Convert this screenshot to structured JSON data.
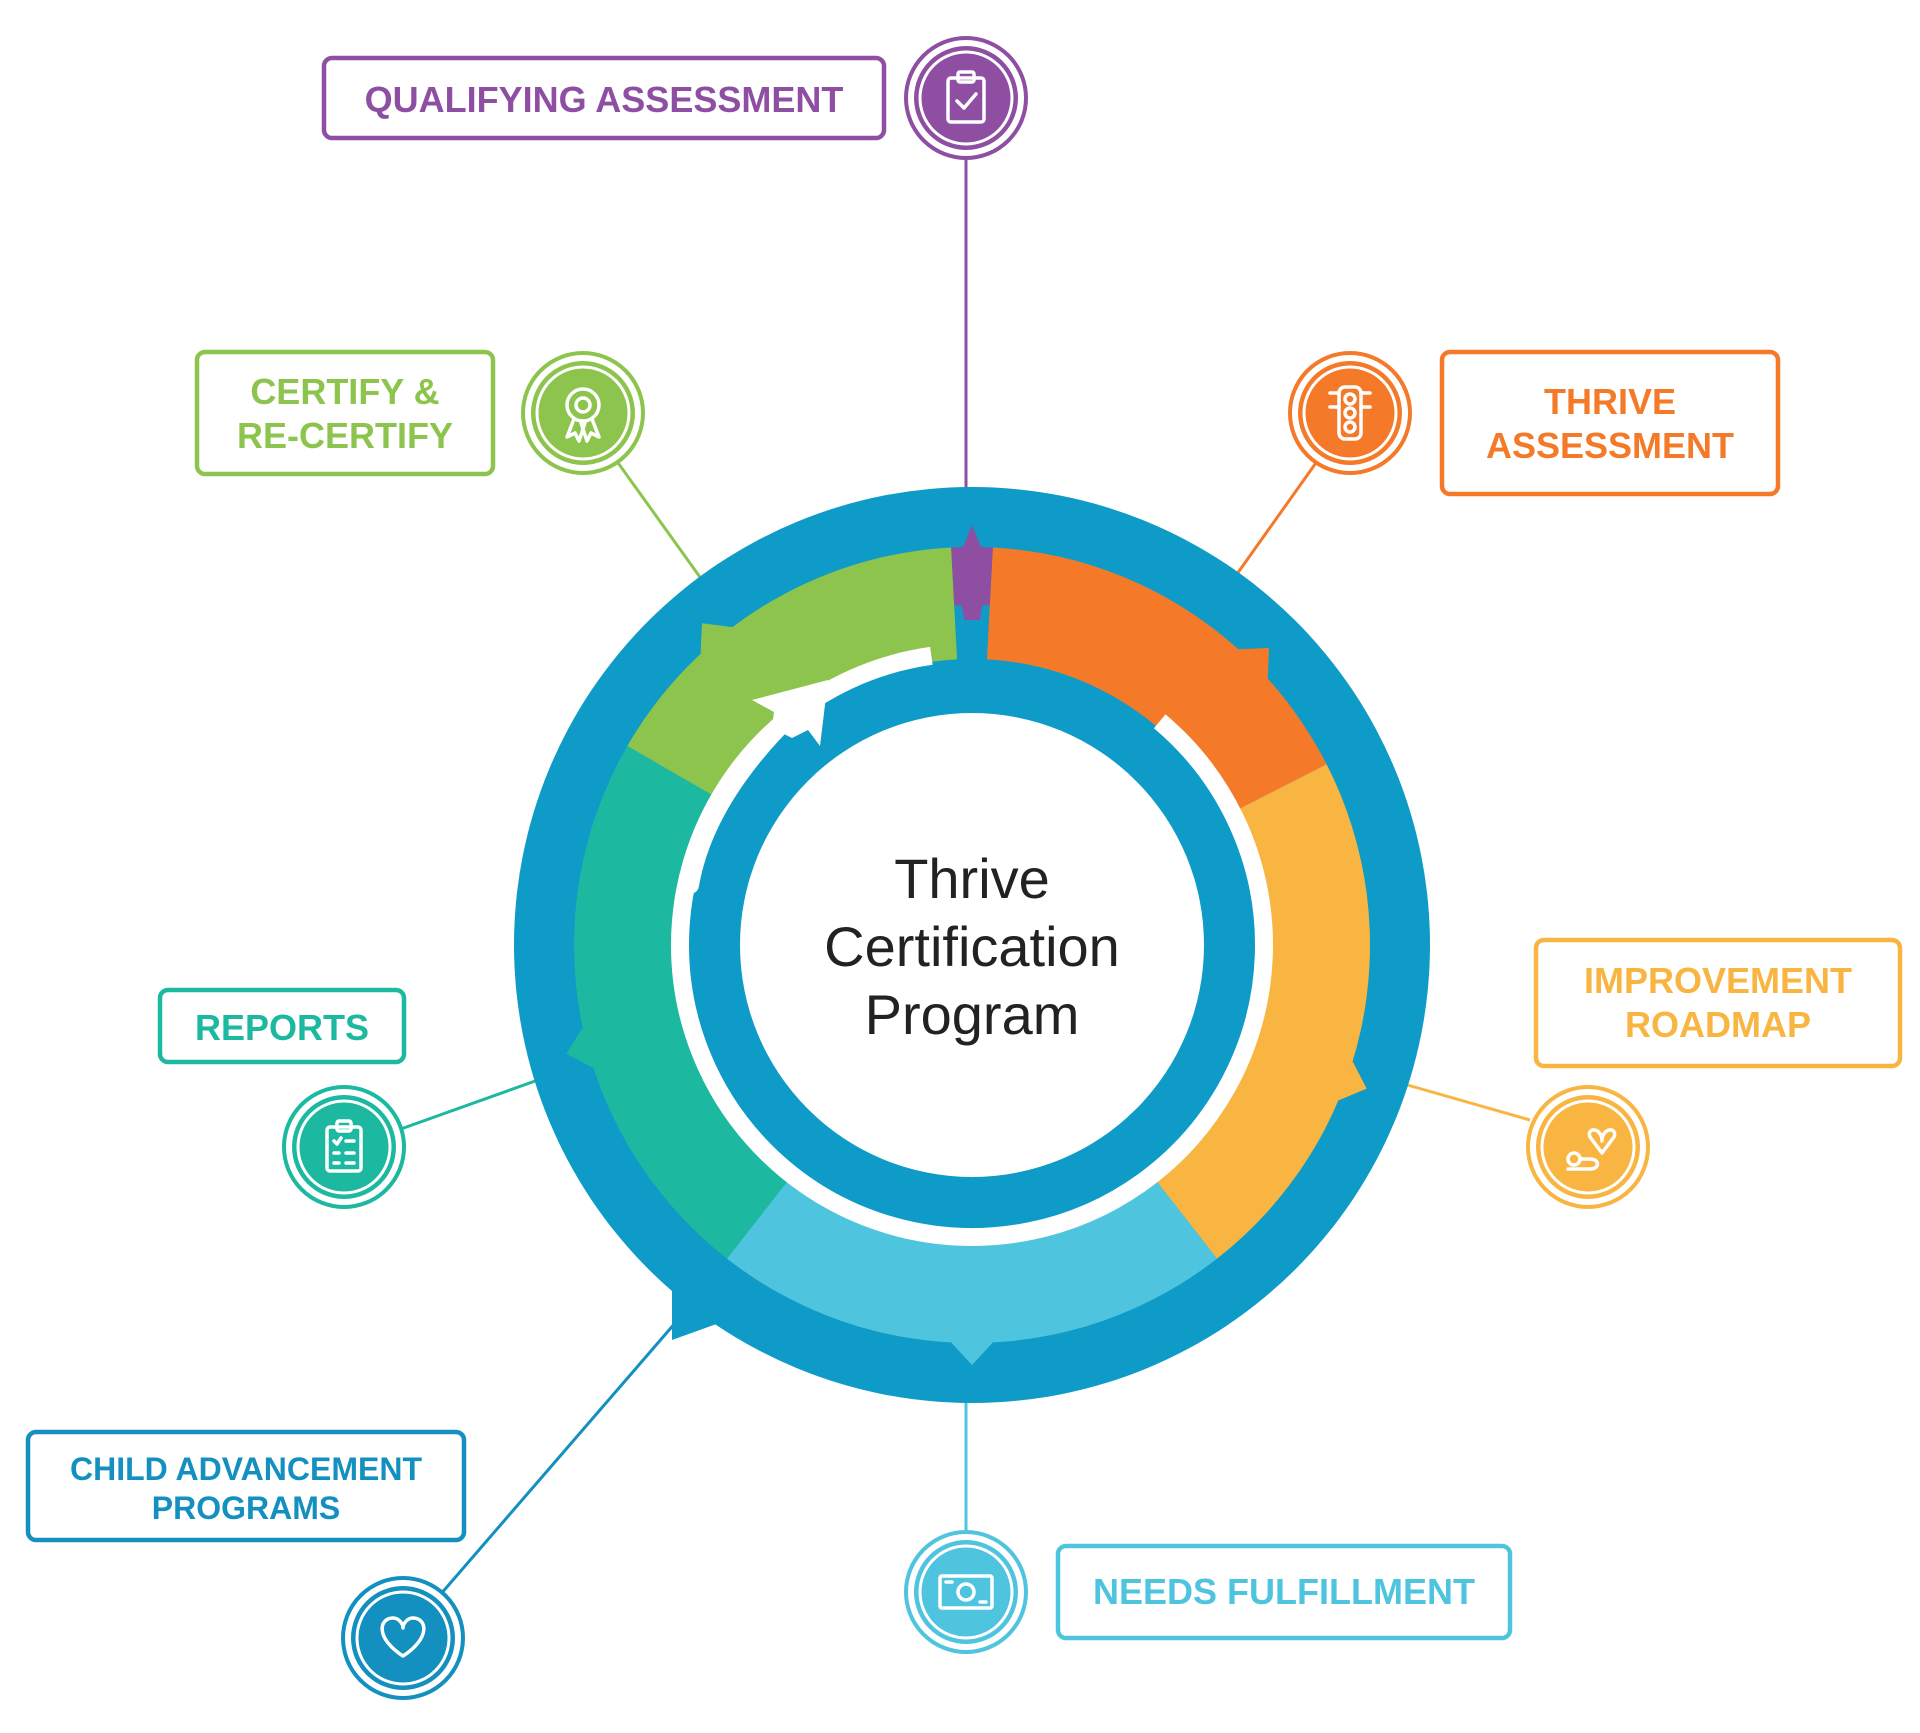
{
  "center": {
    "lines": [
      "Thrive",
      "Certification",
      "Program"
    ]
  },
  "colors": {
    "outer_ring": "#0f9bc8",
    "white": "#ffffff",
    "qualifying": "#8e4fa3",
    "thrive": "#f47a2a",
    "improvement": "#f9b541",
    "needs": "#4ec4df",
    "child": "#1390c0",
    "reports": "#1cb8a0",
    "certify": "#8dc44e"
  },
  "steps": [
    {
      "id": "qualifying-assessment",
      "lines": [
        "QUALIFYING ASSESSMENT"
      ],
      "color": "#8e4fa3",
      "icon": "clipboard-check-icon"
    },
    {
      "id": "thrive-assessment",
      "lines": [
        "THRIVE",
        "ASSESSMENT"
      ],
      "color": "#f47a2a",
      "icon": "traffic-light-icon"
    },
    {
      "id": "improvement-roadmap",
      "lines": [
        "IMPROVEMENT",
        "ROADMAP"
      ],
      "color": "#f9b541",
      "icon": "route-icon"
    },
    {
      "id": "needs-fulfillment",
      "lines": [
        "NEEDS FULFILLMENT"
      ],
      "color": "#4ec4df",
      "icon": "money-icon"
    },
    {
      "id": "child-advancement-programs",
      "lines": [
        "CHILD ADVANCEMENT",
        "PROGRAMS"
      ],
      "color": "#1390c0",
      "icon": "heart-icon"
    },
    {
      "id": "reports",
      "lines": [
        "REPORTS"
      ],
      "color": "#1cb8a0",
      "icon": "checklist-icon"
    },
    {
      "id": "certify-re-certify",
      "lines": [
        "CERTIFY &",
        "RE-CERTIFY"
      ],
      "color": "#8dc44e",
      "icon": "award-ribbon-icon"
    }
  ]
}
